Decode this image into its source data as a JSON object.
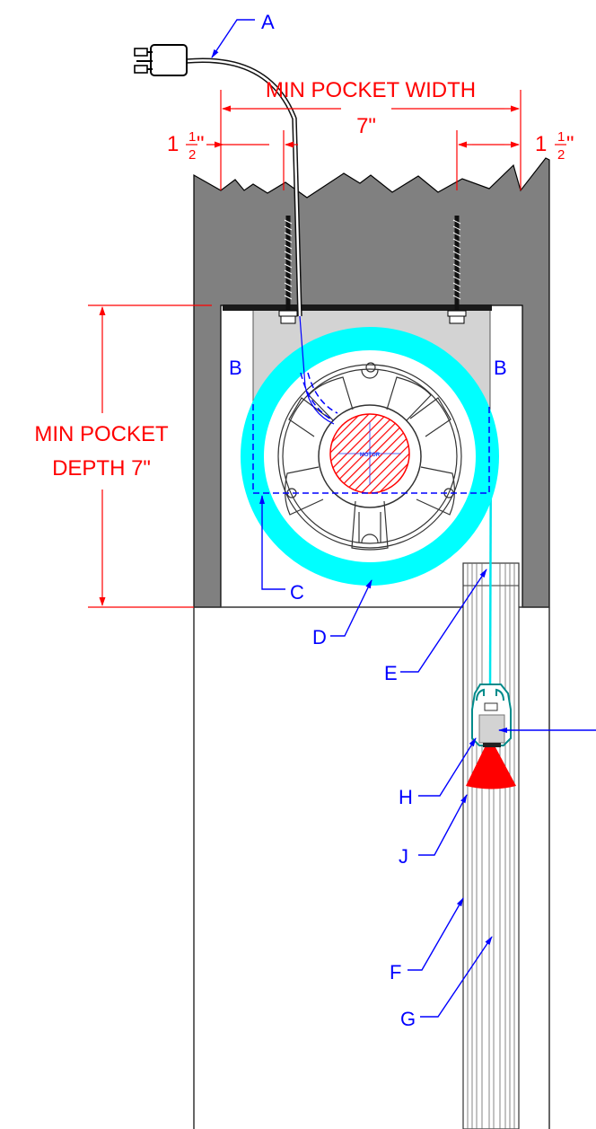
{
  "dimensions": {
    "min_pocket_width_label": "MIN POCKET WIDTH",
    "min_pocket_width_value": "7\"",
    "min_pocket_depth_line1": "MIN POCKET",
    "min_pocket_depth_line2": "DEPTH 7\"",
    "side_clearance_whole": "1",
    "side_clearance_num": "1",
    "side_clearance_den": "2",
    "inch_mark": "\""
  },
  "callouts": {
    "A": "A",
    "B": "B",
    "C": "C",
    "D": "D",
    "E": "E",
    "F": "F",
    "G": "G",
    "H": "H",
    "J": "J"
  },
  "motor_label": "MOTOR",
  "colors": {
    "dimension": "#ff0000",
    "callout": "#0000ff",
    "wall": "#808080",
    "pocket": "#d3d3d3",
    "fabric_roll": "#00ffff",
    "motor_hatch": "#ff0000",
    "seal": "#ff0000"
  }
}
